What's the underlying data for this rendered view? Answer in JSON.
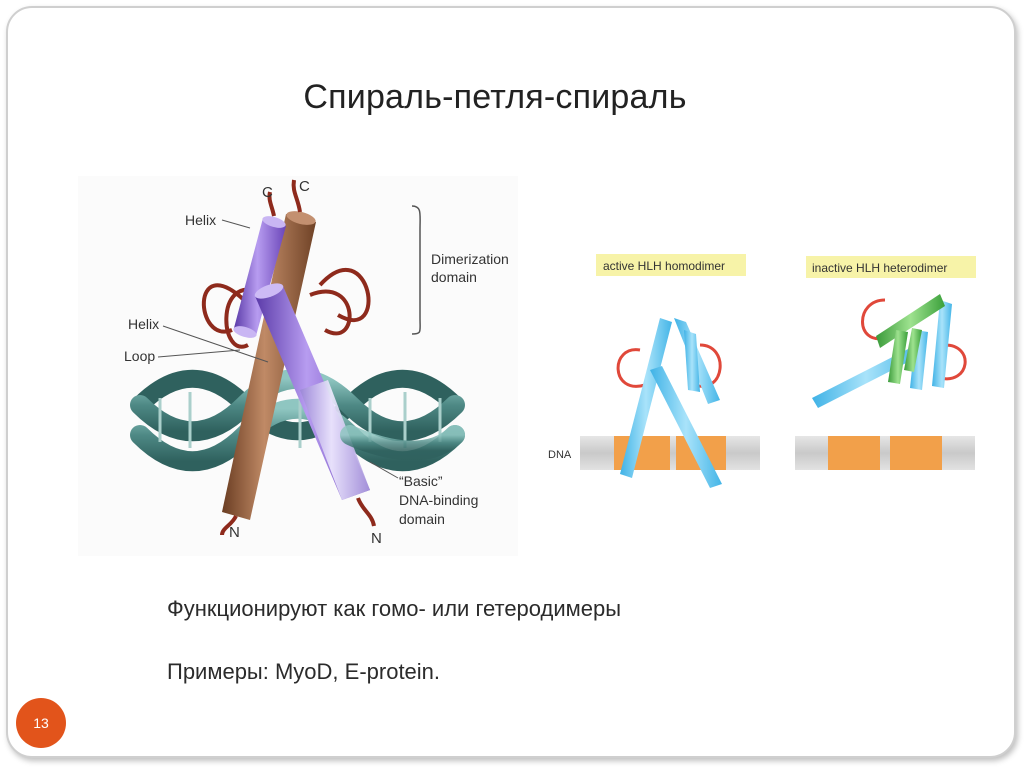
{
  "slide": {
    "title": "Спираль-петля-спираль",
    "text_line1": "Функционируют как гомо- или гетеродимеры",
    "text_line2": "Примеры: MyoD, E-protein.",
    "page_number": "13"
  },
  "left_diagram": {
    "c_label_1": "C",
    "c_label_2": "C",
    "helix_top": "Helix",
    "helix_mid": "Helix",
    "loop": "Loop",
    "dimerization_1": "Dimerization",
    "dimerization_2": "domain",
    "basic_1": "“Basic”",
    "basic_2": "DNA-binding",
    "basic_3": "domain",
    "n_label_1": "N",
    "n_label_2": "N"
  },
  "right_diagram": {
    "active_label": "active HLH homodimer",
    "inactive_label": "inactive HLH heterodimer",
    "dna_label": "DNA"
  },
  "colors": {
    "accent": "#e2541b",
    "helix_purple": "#8a5fd0",
    "helix_brown": "#8b5a3c",
    "loop_red": "#9b2a1e",
    "dna_teal": "#5f9a96",
    "cyan_helix": "#67c8ee",
    "green_helix": "#5cc45a",
    "orange_box": "#f2a04a",
    "yellow_tag": "#f7f3a8"
  }
}
